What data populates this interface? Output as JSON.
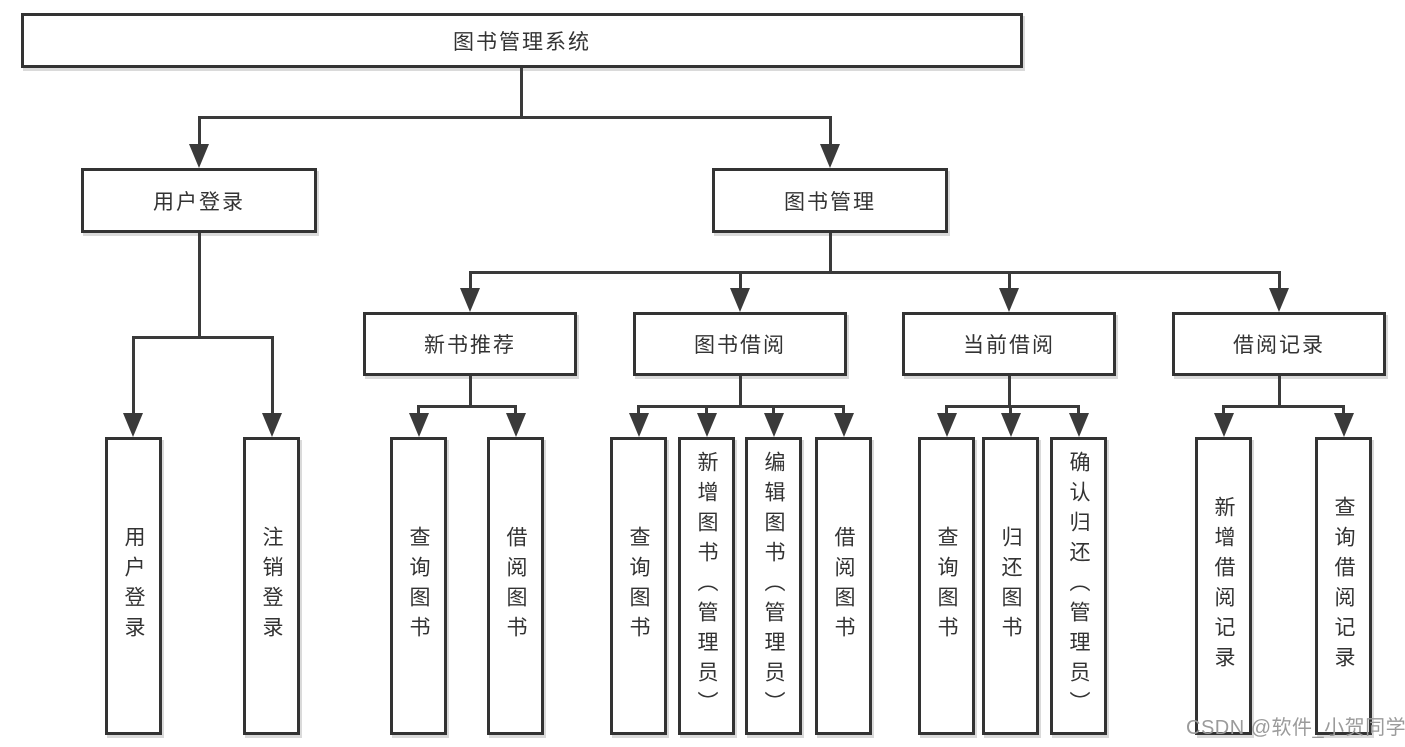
{
  "diagram": {
    "type": "org-tree",
    "colors": {
      "background": "#ffffff",
      "box_fill": "#ffffff",
      "box_border": "#333333",
      "line": "#3a3a3a",
      "text": "#333333",
      "watermark": "#9b9b9b"
    },
    "watermark": {
      "text": "CSDN @软件_小贺同学"
    },
    "tree": {
      "label": "图书管理系统",
      "children": [
        {
          "label": "用户登录",
          "children": [
            {
              "label": "用户登录"
            },
            {
              "label": "注销登录"
            }
          ]
        },
        {
          "label": "图书管理",
          "children": [
            {
              "label": "新书推荐",
              "children": [
                {
                  "label": "查询图书"
                },
                {
                  "label": "借阅图书"
                }
              ]
            },
            {
              "label": "图书借阅",
              "children": [
                {
                  "label": "查询图书"
                },
                {
                  "label": "新增图书（管理员）"
                },
                {
                  "label": "编辑图书（管理员）"
                },
                {
                  "label": "借阅图书"
                }
              ]
            },
            {
              "label": "当前借阅",
              "children": [
                {
                  "label": "查询图书"
                },
                {
                  "label": "归还图书"
                },
                {
                  "label": "确认归还（管理员）"
                }
              ]
            },
            {
              "label": "借阅记录",
              "children": [
                {
                  "label": "新增借阅记录"
                },
                {
                  "label": "查询借阅记录"
                }
              ]
            }
          ]
        }
      ]
    }
  }
}
